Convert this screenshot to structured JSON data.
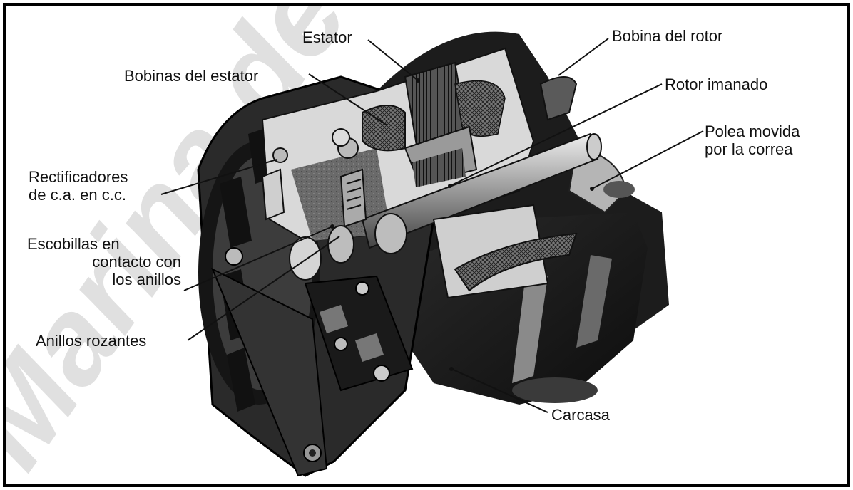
{
  "labels": {
    "estator": "Estator",
    "bobina_rotor": "Bobina del rotor",
    "bobinas_estator": "Bobinas del estator",
    "rotor_imanado": "Rotor imanado",
    "polea": [
      "Polea movida",
      "por la correa"
    ],
    "rectificadores": [
      "Rectificadores",
      "de c.a. en c.c."
    ],
    "escobillas": [
      "Escobillas en",
      "contacto con",
      "los anillos"
    ],
    "anillos": "Anillos rozantes",
    "carcasa": "Carcasa"
  },
  "watermark": "Marina de Reyes",
  "colors": {
    "frame": "#000000",
    "background": "#ffffff",
    "ink": "#111111"
  }
}
